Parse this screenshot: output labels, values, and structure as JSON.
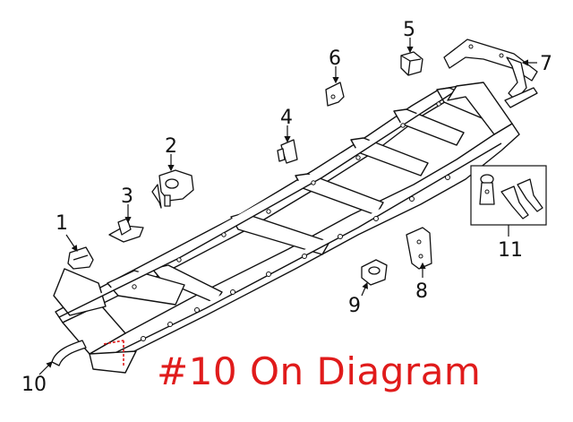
{
  "callouts": [
    {
      "id": "1",
      "label": "1"
    },
    {
      "id": "2",
      "label": "2"
    },
    {
      "id": "3",
      "label": "3"
    },
    {
      "id": "4",
      "label": "4"
    },
    {
      "id": "5",
      "label": "5"
    },
    {
      "id": "6",
      "label": "6"
    },
    {
      "id": "7",
      "label": "7"
    },
    {
      "id": "8",
      "label": "8"
    },
    {
      "id": "9",
      "label": "9"
    },
    {
      "id": "10",
      "label": "10"
    },
    {
      "id": "11",
      "label": "11"
    }
  ],
  "caption": "#10 On Diagram",
  "colors": {
    "caption": "#e01b1b",
    "line": "#111111",
    "marker": "#e01b1b"
  }
}
